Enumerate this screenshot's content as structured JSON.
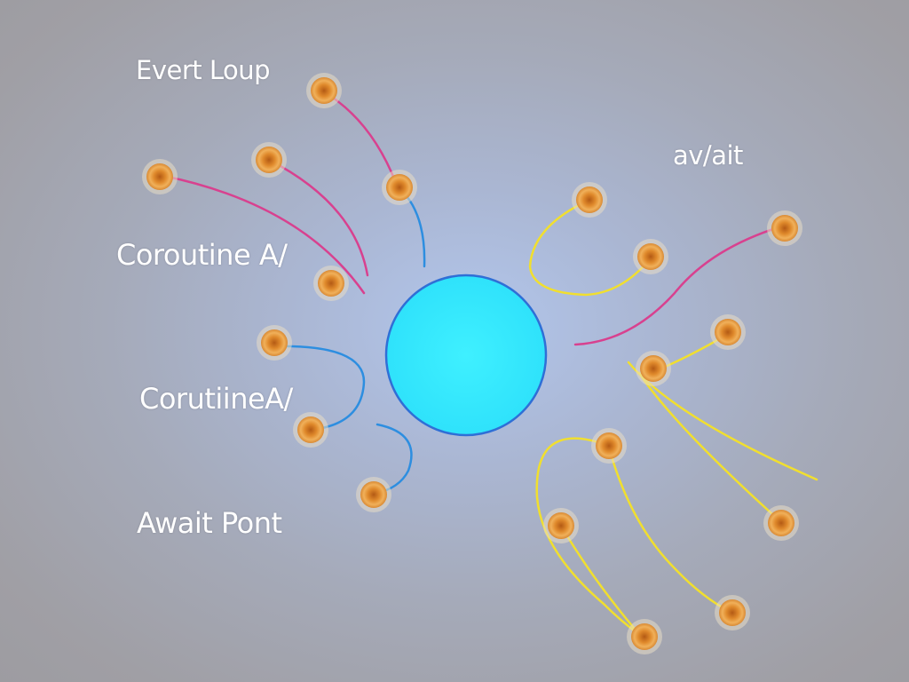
{
  "labels": {
    "event_loop": "Evert Loup",
    "await": "av/ait",
    "coroutine_a_1": "Coroutine A/",
    "coroutine_a_2": "CorutiineA/",
    "await_point": "Await Pont"
  },
  "colors": {
    "hub_fill": "#33eafc",
    "hub_stroke": "#2f6fd6",
    "node_outer": "#e7d6b8",
    "node_fill": "#e69a3a",
    "node_core": "#b8601a",
    "magenta_line": "#d8418f",
    "blue_line": "#2d8ee0",
    "yellow_line": "#f1df2e"
  },
  "icons": {
    "hub": "central-circle",
    "node": "orange-dot-node"
  }
}
